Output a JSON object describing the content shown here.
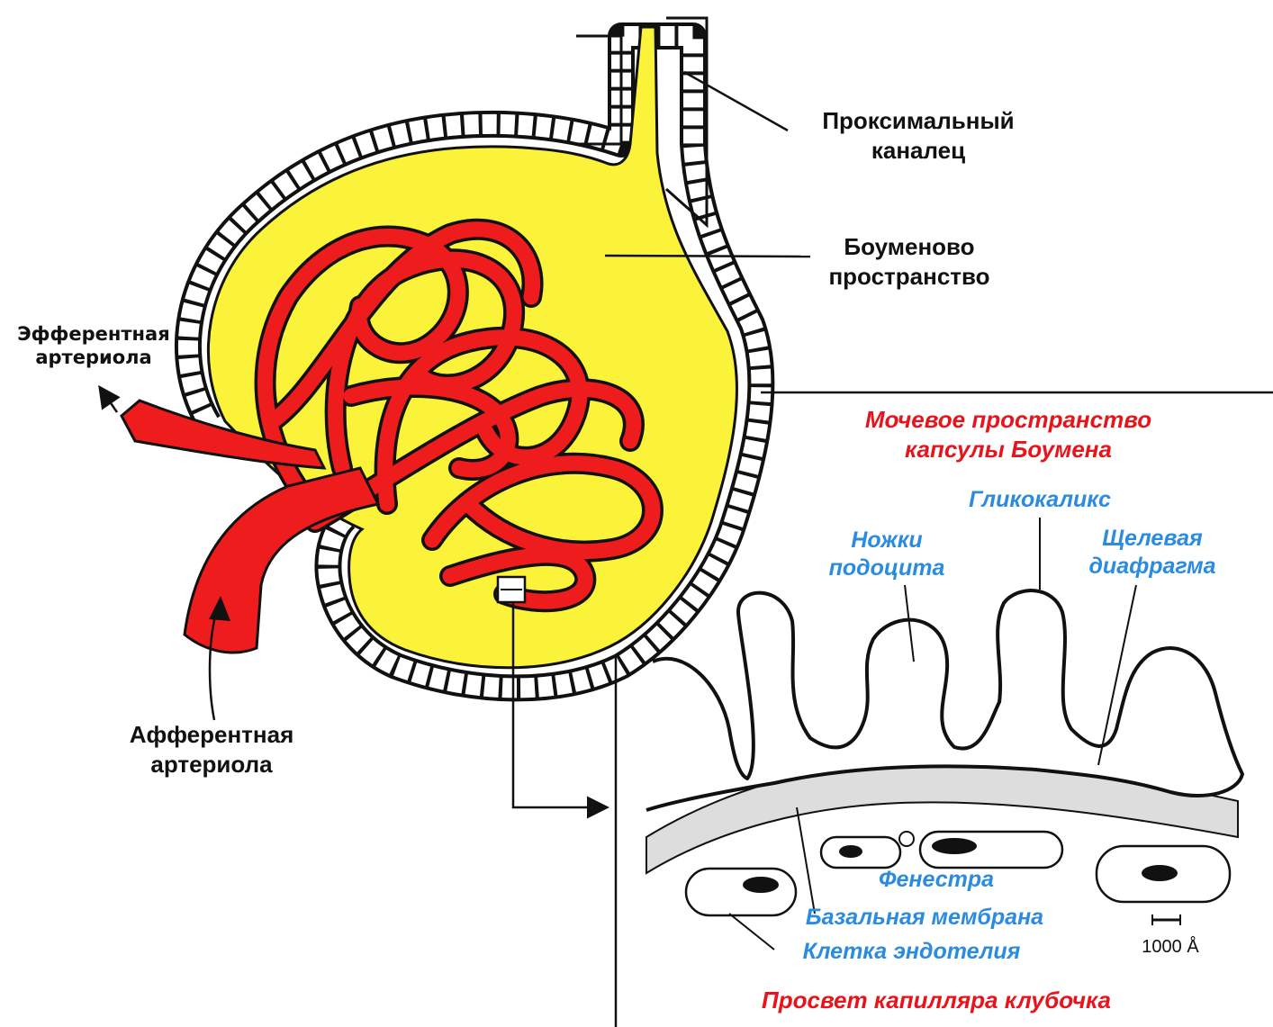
{
  "labels": {
    "proximal_tubule_line1": "Проксимальный",
    "proximal_tubule_line2": "каналец",
    "bowman_space_line1": "Боуменово",
    "bowman_space_line2": "пространство",
    "efferent_line1": "Эфферентная",
    "efferent_line2": "артериола",
    "afferent_line1": "Афферентная",
    "afferent_line2": "артериола"
  },
  "inset": {
    "urinary_space_line1": "Мочевое  пространство",
    "urinary_space_line2": "капсулы Боумена",
    "glycocalyx": "Гликокаликс",
    "podocyte_feet_line1": "Ножки",
    "podocyte_feet_line2": "подоцита",
    "slit_diaphragm_line1": "Щелевая",
    "slit_diaphragm_line2": "диафрагма",
    "fenestra": "Фенестра",
    "basal_membrane": "Базальная мембрана",
    "endothelial_cell": "Клетка эндотелия",
    "capillary_lumen": "Просвет  капилляра  клубочка",
    "scale_bar": "1000 Å"
  },
  "colors": {
    "capsule_fill": "#fbf33a",
    "vessel_red": "#ee1c1c",
    "red_text": "#e8141c",
    "blue_text": "#2a8be0",
    "outline": "#111111"
  }
}
